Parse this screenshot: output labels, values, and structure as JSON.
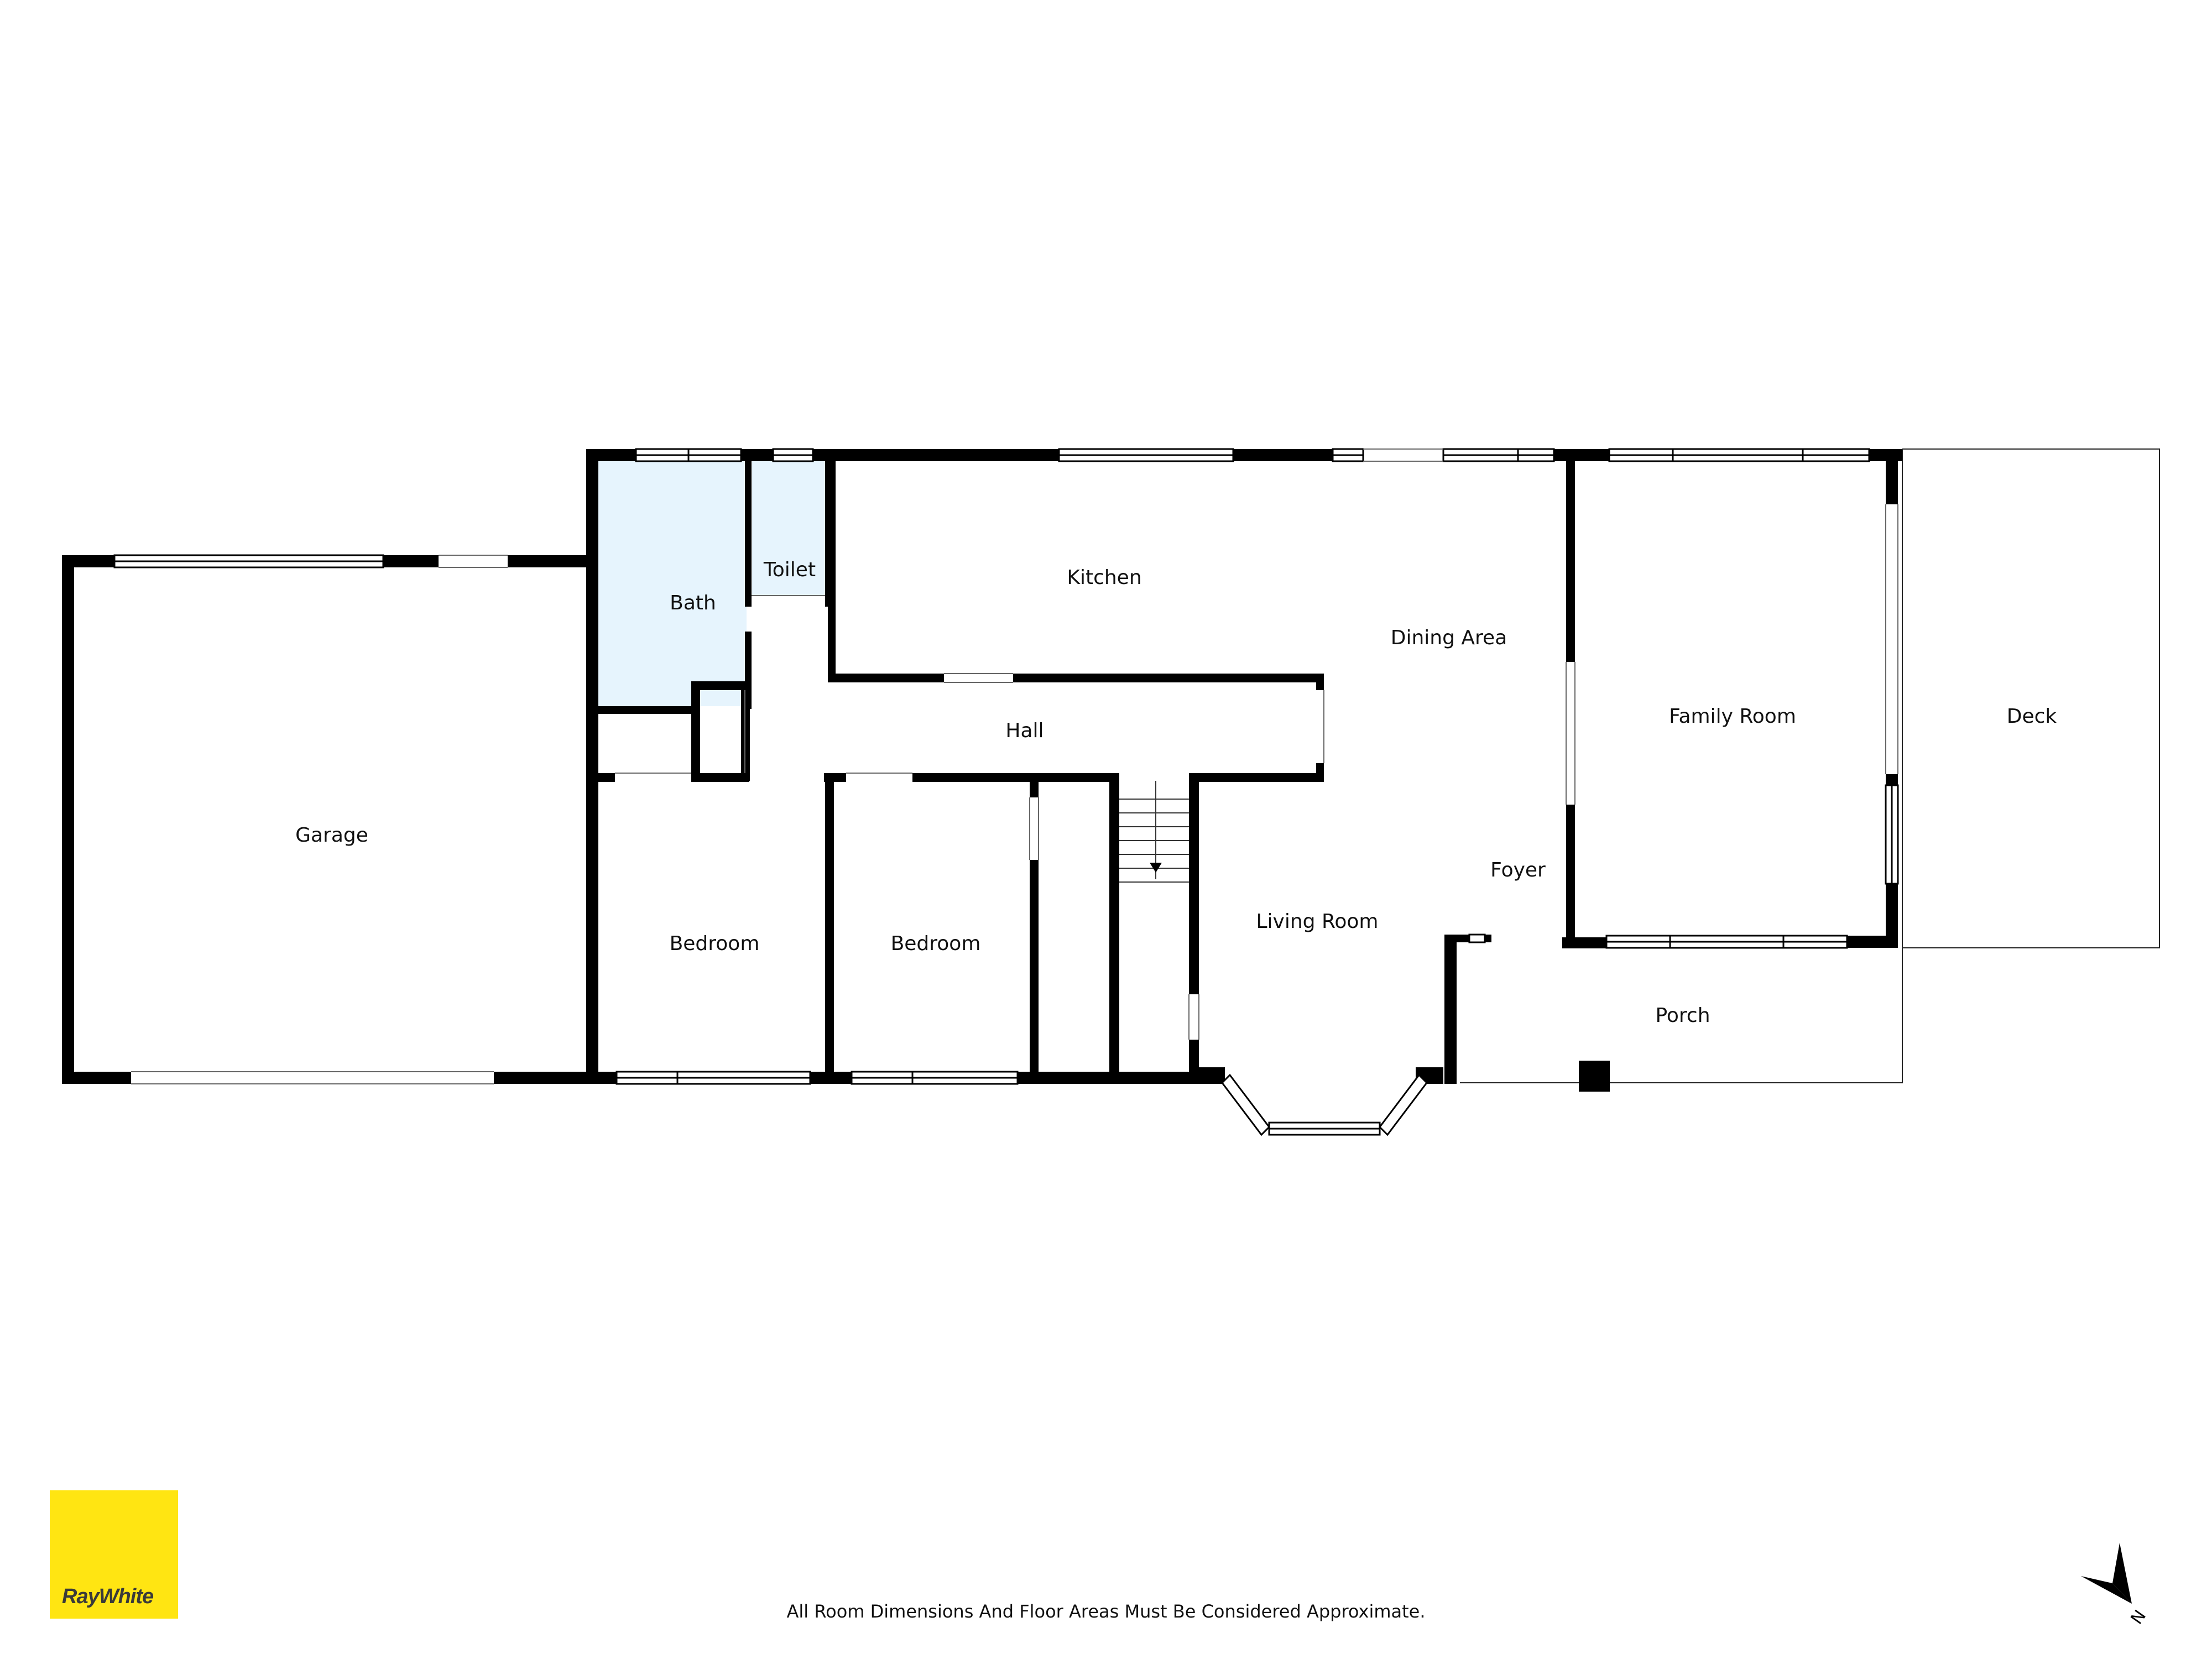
{
  "rooms": {
    "garage": "Garage",
    "bath": "Bath",
    "toilet": "Toilet",
    "kitchen": "Kitchen",
    "dining": "Dining Area",
    "family": "Family Room",
    "deck": "Deck",
    "hall": "Hall",
    "bedroom1": "Bedroom",
    "bedroom2": "Bedroom",
    "living": "Living Room",
    "foyer": "Foyer",
    "porch": "Porch"
  },
  "disclaimer": "All Room Dimensions And Floor Areas Must Be Considered Approximate.",
  "logo": {
    "text": "RayWhite",
    "color": "#ffe512"
  },
  "compass": {
    "label": "N",
    "icon": "north-arrow-icon"
  },
  "colors": {
    "wall": "#000000",
    "wet_area": "#e6f4fd"
  }
}
